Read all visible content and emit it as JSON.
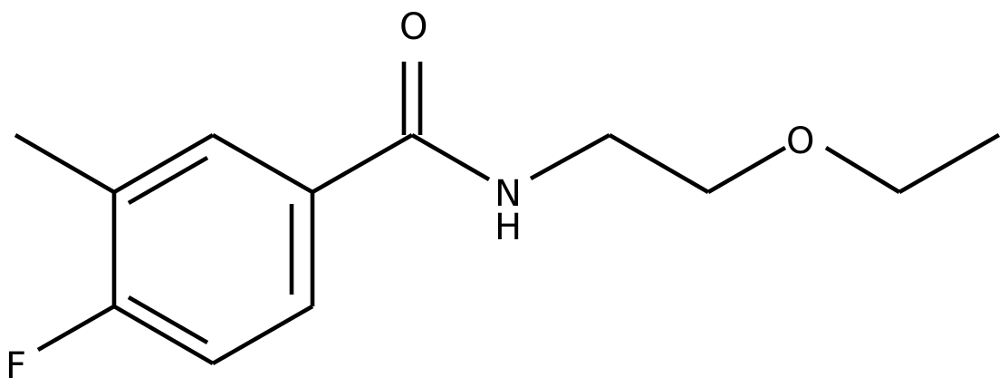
{
  "molecule": {
    "atoms": {
      "oxygen_carbonyl": "O",
      "nitrogen": "N",
      "amide_hydrogen": "H",
      "oxygen_ether": "O",
      "fluorine": "F"
    }
  },
  "colors": {
    "bond": "#000000",
    "label": "#000000",
    "background": "#ffffff"
  }
}
